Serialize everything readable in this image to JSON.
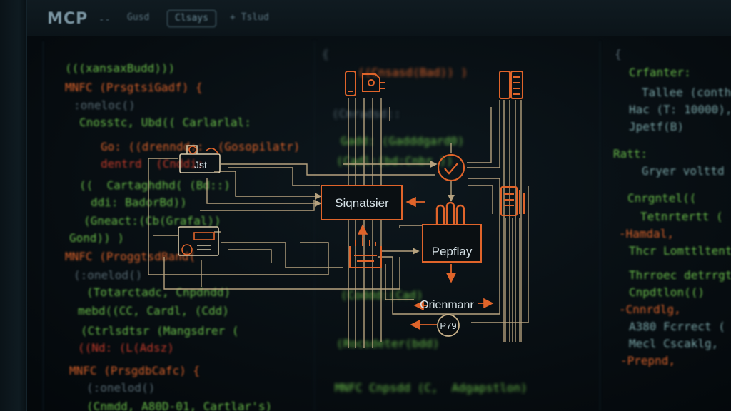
{
  "window": {
    "title": "MCP",
    "separator": "--"
  },
  "tabs": [
    {
      "label": "Gusd",
      "active": false
    },
    {
      "label": "Clsays",
      "active": true
    },
    {
      "label": "+ Tslud",
      "active": false
    }
  ],
  "colors": {
    "accent": "#e0642a",
    "wire": "#c9b28a",
    "node_text": "#d7e3e8"
  },
  "code_left": [
    {
      "text": "(((xansaxBudd)))",
      "color": "green"
    },
    {
      "text": "MNFC (PrsgtsiGadf) {",
      "color": "orange"
    },
    {
      "text": ":oneloc()",
      "color": "grey"
    },
    {
      "text": "Cnosstc, Ubd(( Carlarlal:",
      "color": "green"
    },
    {
      "text": "Go: ((drenndd::  (Gosopilatr)",
      "color": "orange"
    },
    {
      "text": "dentrd  (Cnddi:",
      "color": "red"
    },
    {
      "text": "((  Cartaghdhd( (Bd::)",
      "color": "green"
    },
    {
      "text": "ddi: BadorBd))",
      "color": "green"
    },
    {
      "text": "(Gneact:(Cb(Grafal))",
      "color": "green"
    },
    {
      "text": "Gond)) )",
      "color": "green"
    },
    {
      "text": "MNFC (ProggtsdBand(",
      "color": "orange"
    },
    {
      "text": "(:onelod()",
      "color": "grey"
    },
    {
      "text": "(Totarctadc, Cnpdndd)",
      "color": "green"
    },
    {
      "text": "mebd((CC, Cardl, (Cdd)",
      "color": "green"
    },
    {
      "text": "(Ctrlsdtsr (Mangsdrer (",
      "color": "green"
    },
    {
      "text": "((Nd: (L(Adsz)",
      "color": "red"
    },
    {
      "text": "MNFC (PrsgdbCafc) {",
      "color": "orange"
    },
    {
      "text": "(:onelod()",
      "color": "grey"
    },
    {
      "text": "(Cnmdd, A80D-01, Cartlar's)",
      "color": "green"
    }
  ],
  "code_mid": [
    {
      "text": "{",
      "color": "grey"
    },
    {
      "text": "((Cnsasd(Bad)) )",
      "color": "orange"
    },
    {
      "text": "(Cmradsd::",
      "color": "grey"
    },
    {
      "text": "Gadd: (Gadddgard0)",
      "color": "green"
    },
    {
      "text": "(Cadl:(bd:Cnbr ))",
      "color": "green"
    },
    {
      "text": "(Coddd:(Cad)",
      "color": "green"
    },
    {
      "text": "(Rocsdeter(bdd)",
      "color": "green"
    },
    {
      "text": "MNFC Cnpsdd (C,  Adgapstlon)",
      "color": "green"
    }
  ],
  "code_right": [
    {
      "text": "{",
      "color": "grey"
    },
    {
      "text": "Crfanter:",
      "color": "green"
    },
    {
      "text": "Tallee (conthd",
      "color": "teal"
    },
    {
      "text": "Hac (T: 10000),",
      "color": "teal"
    },
    {
      "text": "Jpetf(B)",
      "color": "teal"
    },
    {
      "text": "Ratt:",
      "color": "green"
    },
    {
      "text": "Gryer volttd",
      "color": "teal"
    },
    {
      "text": "Cnrgntel((",
      "color": "green"
    },
    {
      "text": "Tetnrtertt (",
      "color": "green"
    },
    {
      "text": "-Hamdal,",
      "color": "orange"
    },
    {
      "text": "Thcr Lomttltent",
      "color": "green"
    },
    {
      "text": "Thrroec detrrgt",
      "color": "green"
    },
    {
      "text": "Cnpdtlon(()",
      "color": "green"
    },
    {
      "text": "-Cnnrdlg,",
      "color": "orange"
    },
    {
      "text": "A380 Fcrrect (",
      "color": "teal"
    },
    {
      "text": "Mecl Cscaklg,",
      "color": "teal"
    },
    {
      "text": "-Prepnd,",
      "color": "orange"
    }
  ],
  "diagram": {
    "nodes": {
      "signaller": {
        "label": "Siqnatsier"
      },
      "pepflay": {
        "label": "Pepflay"
      },
      "jst": {
        "label": "Jst"
      },
      "orienmanr": {
        "label": "Orienmanr"
      },
      "p79": {
        "label": "P79"
      }
    },
    "icons": [
      "phone-icon",
      "router-icon",
      "server-rack-icon",
      "check-circle-icon",
      "document-stack-icon",
      "toolbox-icon",
      "control-panel-icon",
      "hub-device-icon",
      "capacitor-bank-icon"
    ]
  }
}
